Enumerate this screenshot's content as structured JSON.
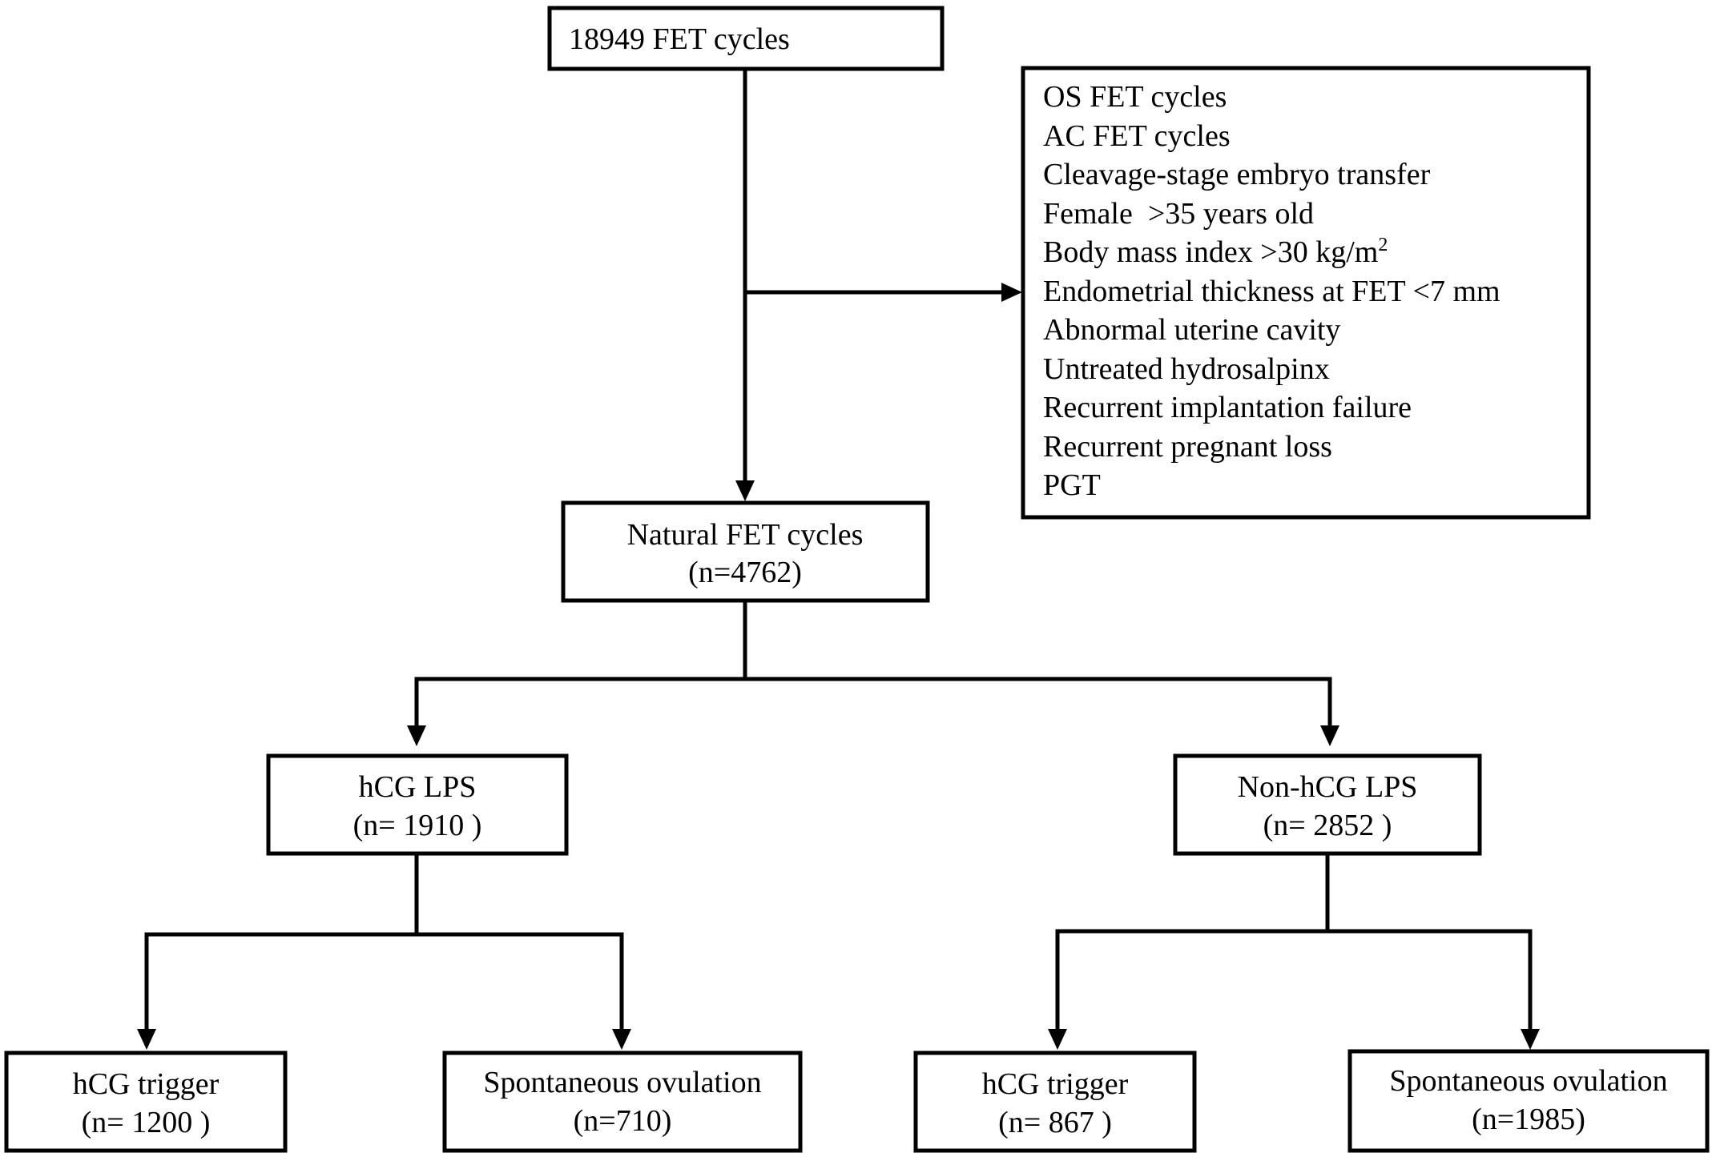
{
  "boxes": {
    "start": {
      "line1": "18949 FET cycles"
    },
    "exclusion": {
      "items": [
        "OS FET cycles",
        "AC FET cycles",
        "Cleavage-stage embryo transfer",
        "Female  >35 years old",
        "Body mass index >30 kg/m",
        "Endometrial thickness at FET <7 mm",
        "Abnormal uterine cavity",
        "Untreated hydrosalpinx",
        "Recurrent implantation failure",
        "Recurrent pregnant loss",
        "PGT"
      ],
      "bmi_superscript": "2"
    },
    "natural": {
      "line1": "Natural FET cycles",
      "line2": "(n=4762)"
    },
    "hcg_lps": {
      "line1": "hCG LPS",
      "line2": "(n= 1910 )"
    },
    "non_hcg_lps": {
      "line1": "Non-hCG LPS",
      "line2": "(n= 2852 )"
    },
    "hcg_lps_trigger": {
      "line1": "hCG trigger",
      "line2": "(n= 1200 )"
    },
    "hcg_lps_spont": {
      "line1": "Spontaneous ovulation",
      "line2": "(n=710)"
    },
    "non_hcg_trigger": {
      "line1": "hCG trigger",
      "line2": "(n= 867 )"
    },
    "non_hcg_spont": {
      "line1": "Spontaneous ovulation",
      "line2": "(n=1985)"
    }
  }
}
